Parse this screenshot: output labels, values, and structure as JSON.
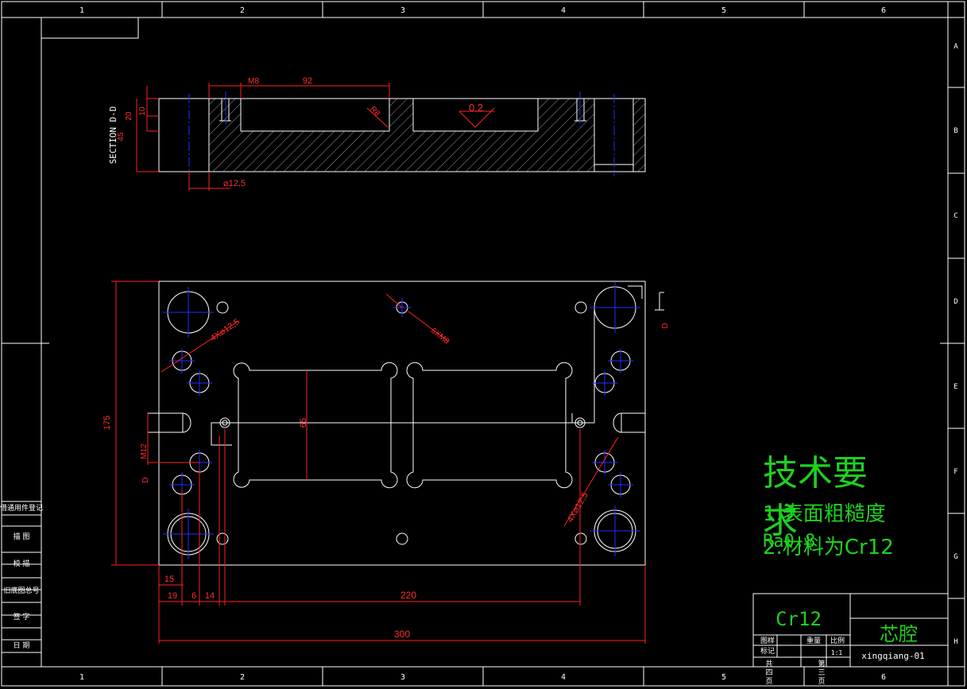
{
  "grid": {
    "columns": [
      "1",
      "2",
      "3",
      "4",
      "5",
      "6"
    ],
    "rows": [
      "A",
      "B",
      "C",
      "D",
      "E",
      "F",
      "G",
      "H"
    ]
  },
  "section": {
    "label": "SECTION D-D",
    "dims": {
      "m8": "M8",
      "len92": "92",
      "depth20": "20",
      "depth10": "10",
      "height45": "45",
      "r8": "R8",
      "tol02": "0.2",
      "dia125": "⌀12,5"
    }
  },
  "plan": {
    "dims": {
      "h175": "175",
      "h65": "65",
      "holes4x125_a": "4X⌀12,5",
      "holes4x125_b": "4X⌀12,5",
      "m8x6": "6XM8",
      "m12": "M12",
      "d15": "15",
      "d19": "19",
      "d6": "6",
      "d14": "14",
      "d220": "220",
      "d300": "300"
    },
    "section_marks": {
      "top": "D",
      "bottom": "D"
    }
  },
  "notes": {
    "heading_line1": "技术要",
    "heading_line2": "求",
    "item1": "1.表面粗糙度",
    "item1b": "Ra0.8",
    "item2": "2.材料为Cr12"
  },
  "title_block": {
    "material": "Cr12",
    "part_name": "芯腔",
    "drawing_no": "xingqiang-01",
    "scale": "1:1",
    "col_labels": [
      "图样",
      "标记",
      "重量",
      "比例"
    ],
    "sheet_labels": [
      "共",
      "四",
      "页",
      "第",
      "三",
      "页"
    ]
  },
  "side_table": {
    "rows": [
      "借通用件登记",
      "描 图",
      "校 描",
      "旧底图总号",
      "签 字",
      "日 期"
    ]
  }
}
